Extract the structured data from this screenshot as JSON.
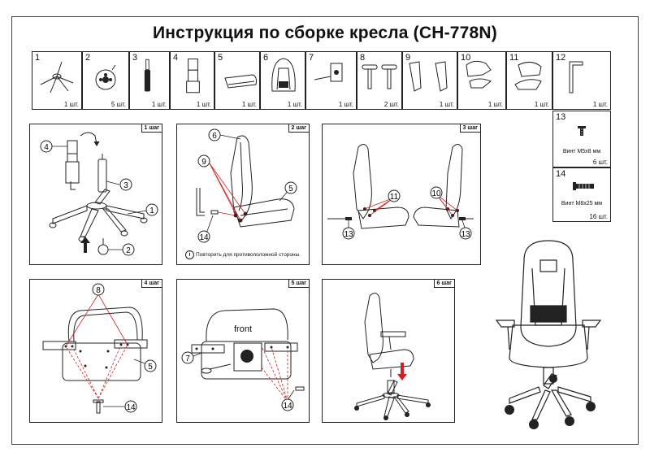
{
  "title": "Инструкция по сборке кресла (CH-778N)",
  "parts": [
    {
      "num": "1",
      "qty": "1 шт.",
      "icon": "star-base-icon"
    },
    {
      "num": "2",
      "qty": "5 шт.",
      "icon": "caster-wheel-icon"
    },
    {
      "num": "3",
      "qty": "1 шт.",
      "icon": "gas-lift-icon"
    },
    {
      "num": "4",
      "qty": "1 шт.",
      "icon": "lift-cover-icon"
    },
    {
      "num": "5",
      "qty": "1 шт.",
      "icon": "seat-icon"
    },
    {
      "num": "6",
      "qty": "1 шт.",
      "icon": "backrest-icon"
    },
    {
      "num": "7",
      "qty": "1 шт.",
      "icon": "tilt-mechanism-icon"
    },
    {
      "num": "8",
      "qty": "2 шт.",
      "icon": "armrest-icon"
    },
    {
      "num": "9",
      "qty": "1 шт.",
      "icon": "backrest-bracket-icon"
    },
    {
      "num": "10",
      "qty": "1 шт.",
      "icon": "side-cover-left-icon"
    },
    {
      "num": "11",
      "qty": "1 шт.",
      "icon": "side-cover-right-icon"
    },
    {
      "num": "12",
      "qty": "1 шт.",
      "icon": "hex-key-icon"
    }
  ],
  "screws": [
    {
      "num": "13",
      "desc": "Винт M5x8 мм",
      "qty": "6 шт.",
      "icon": "screw-m5-icon"
    },
    {
      "num": "14",
      "desc": "Винт M8x25 мм",
      "qty": "16 шт.",
      "icon": "screw-m8-icon"
    }
  ],
  "steps": {
    "s1": {
      "label": "1 шаг",
      "callouts": [
        "4",
        "3",
        "1",
        "2"
      ]
    },
    "s2": {
      "label": "2 шаг",
      "callouts": [
        "6",
        "9",
        "5",
        "14"
      ],
      "note": "Повторить для противоположной стороны."
    },
    "s3": {
      "label": "3 шаг",
      "callouts": [
        "11",
        "10",
        "13",
        "13"
      ]
    },
    "s4": {
      "label": "4 шаг",
      "callouts": [
        "8",
        "5",
        "14"
      ]
    },
    "s5": {
      "label": "5 шаг",
      "callouts": [
        "7",
        "14"
      ],
      "front": "front"
    },
    "s6": {
      "label": "6 шаг"
    }
  },
  "colors": {
    "line": "#222222",
    "highlight": "#d11f1f"
  }
}
